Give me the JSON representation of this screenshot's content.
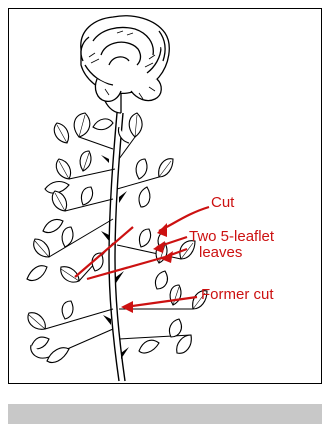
{
  "figure": {
    "labels": {
      "cut": "Cut",
      "two_leaflet_line1": "Two 5-leaflet",
      "two_leaflet_line2": "leaves",
      "former_cut": "Former cut"
    },
    "colors": {
      "annotation": "#cc1111",
      "ink": "#000000",
      "footer_bar": "#c8c8c8"
    }
  }
}
